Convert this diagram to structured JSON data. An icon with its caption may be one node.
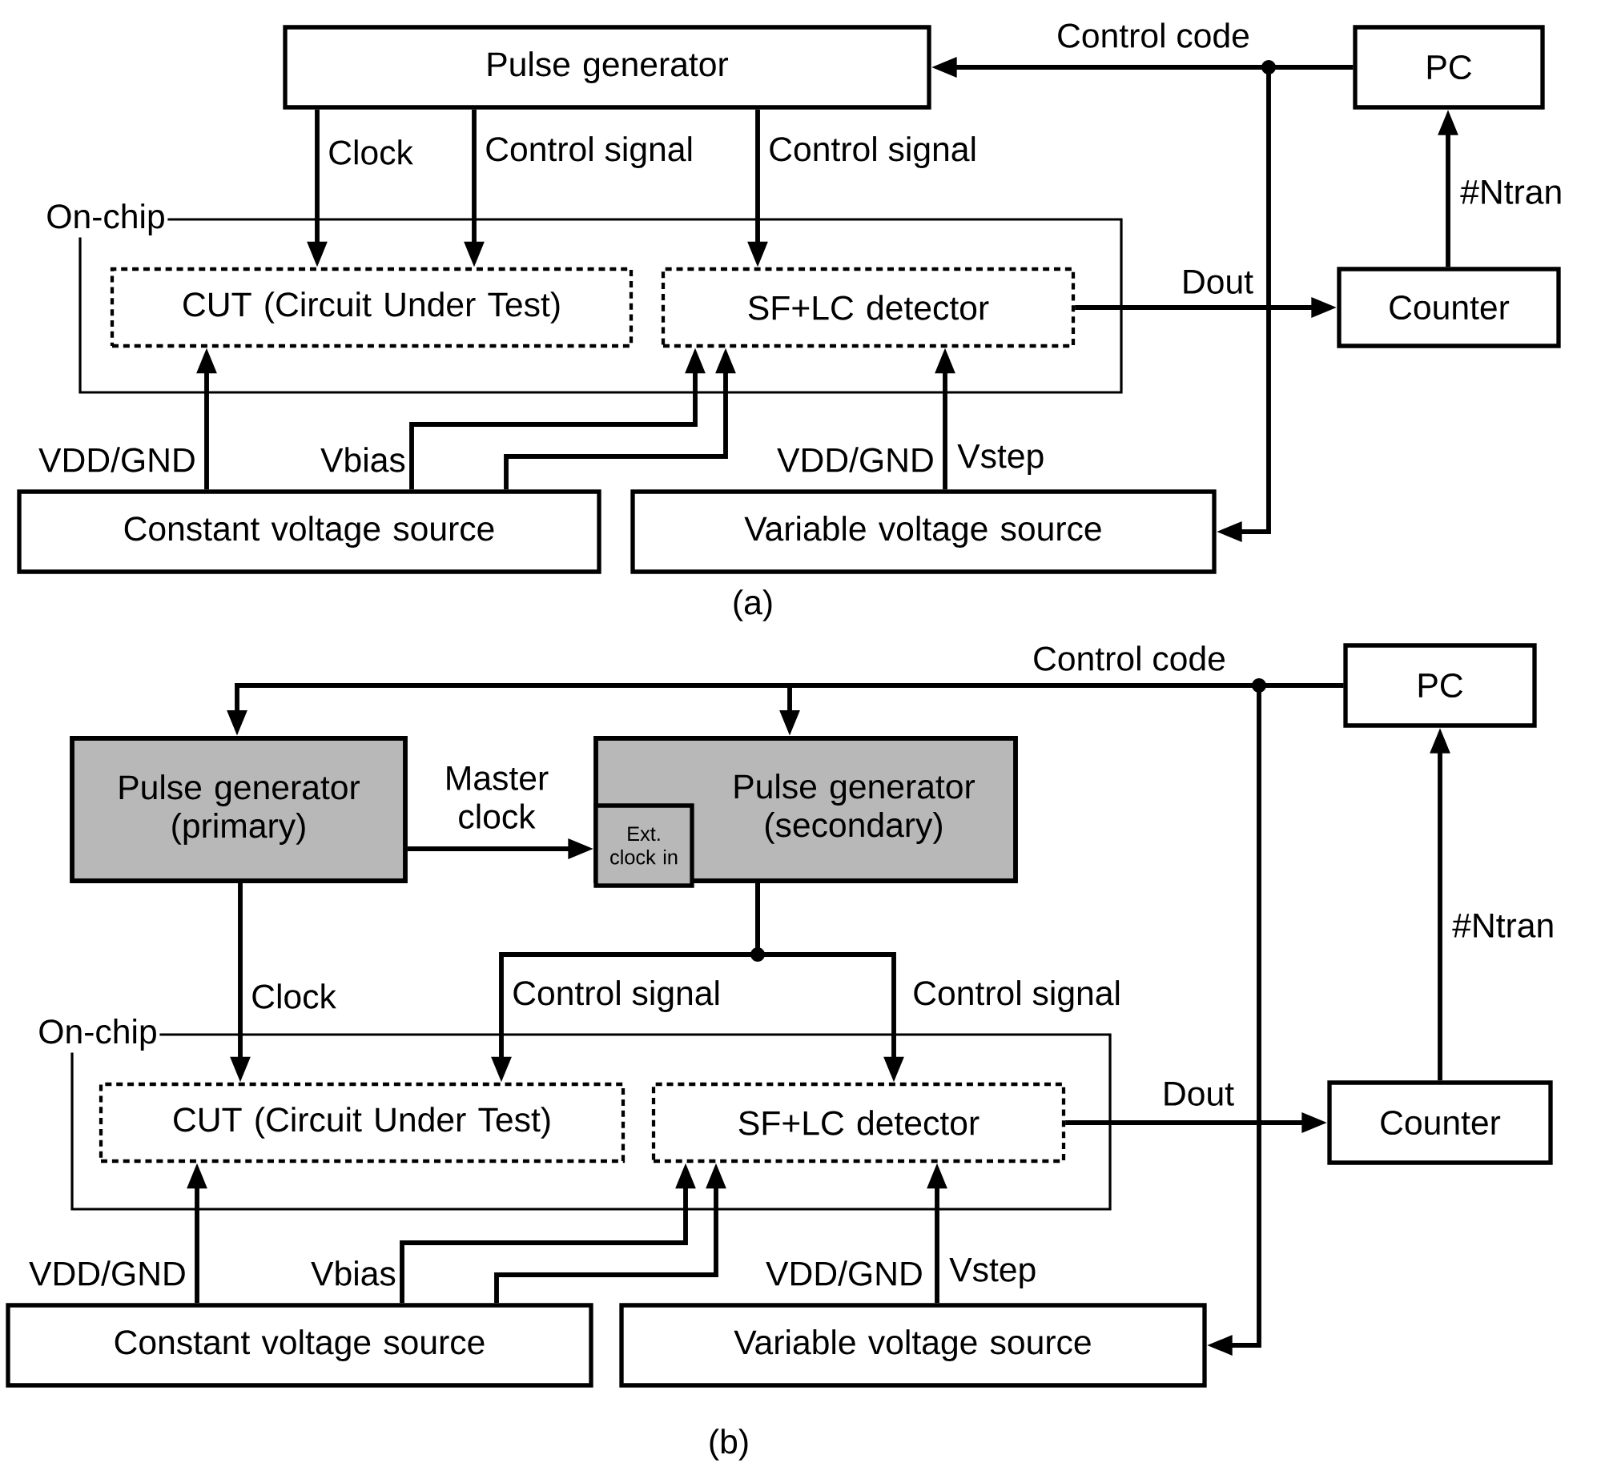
{
  "diagram": {
    "nodes": [
      {
        "text": [
          "Pulse generator"
        ]
      },
      {
        "text": [
          "PC"
        ]
      },
      {
        "text": [
          "On-chip"
        ]
      },
      {
        "text": [
          "CUT (Circuit Under Test)"
        ],
        "in": 2
      },
      {
        "text": [
          "SF+LC detector"
        ],
        "in": 2
      },
      {
        "text": [
          "Counter"
        ]
      },
      {
        "text": [
          "Constant voltage source"
        ]
      },
      {
        "text": [
          "Variable voltage source"
        ]
      },
      {
        "text": [
          "Pulse generator (primary)"
        ]
      },
      {
        "text": [
          "Pulse generator (secondary)"
        ]
      },
      {
        "text": [
          "Ext. clock in"
        ],
        "in": 9
      },
      {
        "text": [
          "PC"
        ]
      },
      {
        "text": [
          "On-chip"
        ]
      },
      {
        "text": [
          "CUT (Circuit Under Test)"
        ],
        "in": 12
      },
      {
        "text": [
          "SF+LC detector"
        ],
        "in": 12
      },
      {
        "text": [
          "Counter"
        ]
      },
      {
        "text": [
          "Constant voltage source"
        ]
      },
      {
        "text": [
          "Variable voltage source"
        ]
      }
    ],
    "edges": [
      {
        "from": 1,
        "to": 0,
        "arrow": "to",
        "label": "Control code"
      },
      {
        "from": 1,
        "to": 7,
        "arrow": "to"
      },
      {
        "from": 0,
        "to": 3,
        "arrow": "to",
        "label": "Clock"
      },
      {
        "from": 0,
        "to": 3,
        "arrow": "to",
        "label": "Control signal"
      },
      {
        "from": 0,
        "to": 4,
        "arrow": "to",
        "label": "Control signal"
      },
      {
        "from": 4,
        "to": 5,
        "arrow": "to",
        "label": "Dout"
      },
      {
        "from": 5,
        "to": 1,
        "arrow": "to",
        "label": "#Ntran"
      },
      {
        "from": 6,
        "to": 3,
        "arrow": "to"
      },
      {
        "from": 6,
        "to": 4,
        "arrow": "to",
        "label": "Vbias"
      },
      {
        "from": 6,
        "to": 4,
        "arrow": "to"
      },
      {
        "from": 7,
        "to": 4,
        "arrow": "to",
        "label": "Vstep"
      },
      {
        "from": 11,
        "to": 8,
        "arrow": "to",
        "label": "Control code"
      },
      {
        "from": 11,
        "to": 9,
        "arrow": "to"
      },
      {
        "from": 11,
        "to": 17,
        "arrow": "to"
      },
      {
        "from": 8,
        "to": 10,
        "arrow": "to",
        "label": "Master clock"
      },
      {
        "from": 8,
        "to": 13,
        "arrow": "to",
        "label": "Clock"
      },
      {
        "from": 9,
        "to": 13,
        "arrow": "to",
        "label": "Control signal"
      },
      {
        "from": 9,
        "to": 14,
        "arrow": "to",
        "label": "Control signal"
      },
      {
        "from": 14,
        "to": 15,
        "arrow": "to",
        "label": "Dout"
      },
      {
        "from": 15,
        "to": 11,
        "arrow": "to",
        "label": "#Ntran"
      },
      {
        "from": 16,
        "to": 13,
        "arrow": "to"
      },
      {
        "from": 16,
        "to": 14,
        "arrow": "to",
        "label": "Vbias"
      },
      {
        "from": 16,
        "to": 14,
        "arrow": "to"
      },
      {
        "from": 17,
        "to": 14,
        "arrow": "to",
        "label": "Vstep"
      }
    ],
    "labels": [
      "VDD/GND",
      "VDD/GND",
      "(a)",
      "VDD/GND",
      "VDD/GND",
      "(b)"
    ]
  }
}
